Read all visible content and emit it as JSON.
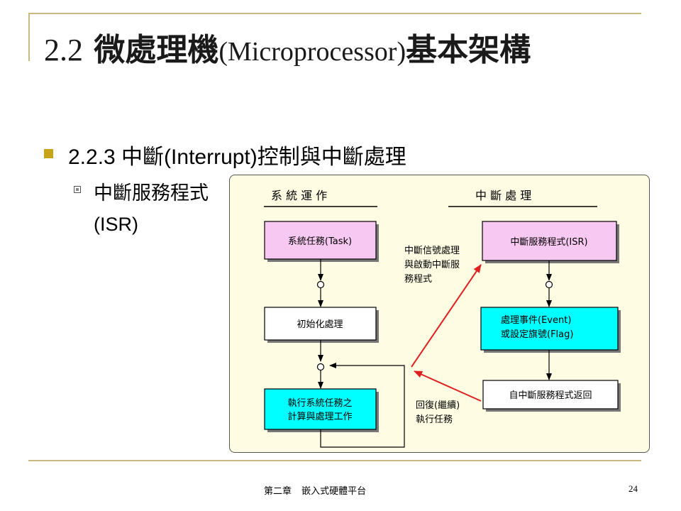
{
  "slide": {
    "title_num": "2.2",
    "title_cjk": "微處理機",
    "title_latin": "(Microprocessor)",
    "title_tail": "基本架構",
    "bullet1": "2.2.3 中斷(Interrupt)控制與中斷處理",
    "bullet2": "中斷服務程式(ISR)",
    "footer_chapter": "第二章  嵌入式硬體平台",
    "page_number": "24"
  },
  "diagram": {
    "left_header": "系 統 運 作",
    "right_header": "中 斷 處 理",
    "task_box": [
      "系統任務(Task)"
    ],
    "init_box": [
      "初始化處理"
    ],
    "compute_box": [
      "執行系統任務之",
      "計算與處理工作"
    ],
    "isr_box": [
      "中斷服務程式(ISR)"
    ],
    "event_box": [
      "處理事件(Event)",
      "或設定旗號(Flag)"
    ],
    "return_box": [
      "自中斷服務程式返回"
    ],
    "note_interrupt": [
      "中斷信號處理",
      "與啟動中斷服",
      "務程式"
    ],
    "note_resume": [
      "回復(繼續)",
      "執行任務"
    ],
    "colors": {
      "pink": "#f7c8f2",
      "cyan": "#00ffff",
      "white": "#ffffff",
      "arrow_red": "#e02020"
    }
  }
}
